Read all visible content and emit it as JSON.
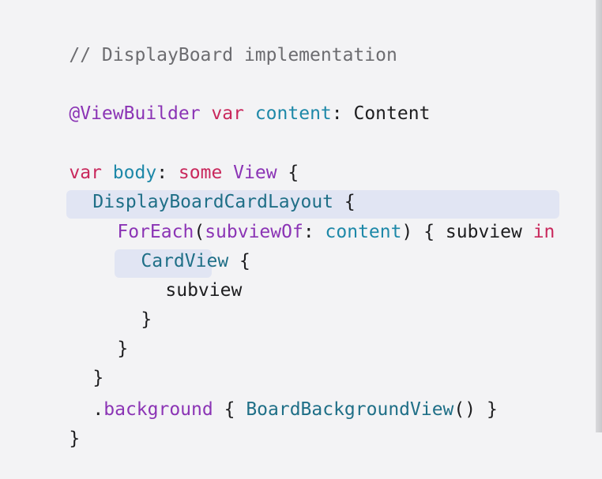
{
  "code": {
    "comment": "// DisplayBoard implementation",
    "line2": {
      "attribute": "@ViewBuilder",
      "keyword": "var",
      "name": "content",
      "colon": ":",
      "type": "Content"
    },
    "line3": {
      "keyword": "var",
      "name": "body",
      "colon": ":",
      "some": "some",
      "type": "View",
      "brace": "{"
    },
    "line4": {
      "type": "DisplayBoardCardLayout",
      "brace": "{"
    },
    "line5": {
      "type": "ForEach",
      "open": "(",
      "label": "subviewOf",
      "colon": ":",
      "arg": "content",
      "close": ")",
      "brace": "{",
      "param": "subview",
      "keyword": "in"
    },
    "line6": {
      "type": "CardView",
      "brace": "{"
    },
    "line7": {
      "value": "subview"
    },
    "line8": {
      "brace": "}"
    },
    "line9": {
      "brace": "}"
    },
    "line10": {
      "brace": "}"
    },
    "line11": {
      "dot": ".",
      "modifier": "background",
      "open": "{",
      "call": "BoardBackgroundView",
      "parens": "()",
      "close": "}"
    },
    "line12": {
      "brace": "}"
    }
  },
  "colors": {
    "background": "#f3f3f5",
    "comment": "#6c6c70",
    "attribute": "#8b34b5",
    "keyword": "#c9285c",
    "identifier": "#1d88a8",
    "type": "#1f6f87",
    "highlight": "#e1e5f3"
  }
}
